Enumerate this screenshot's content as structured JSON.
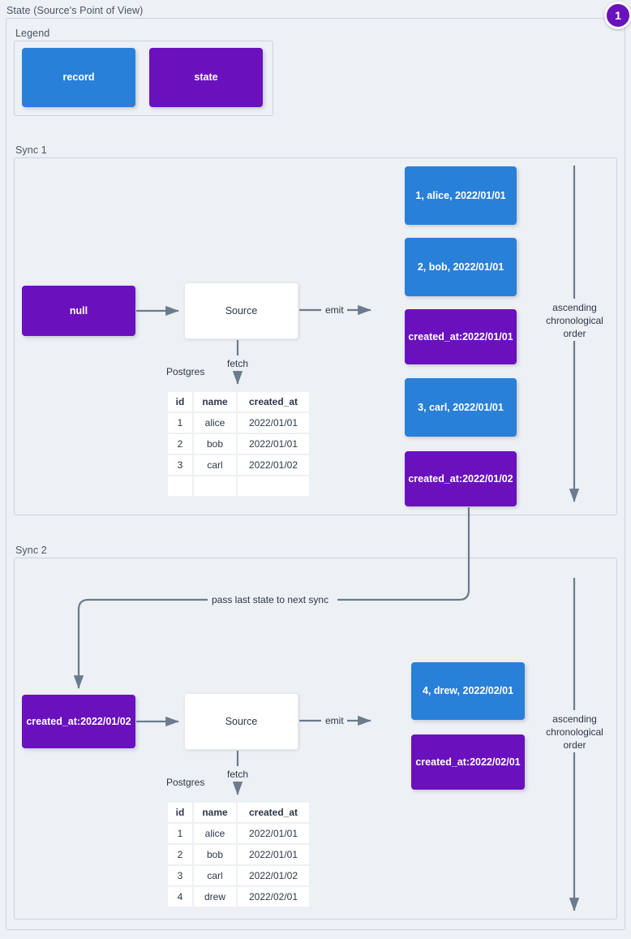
{
  "diagram": {
    "title": "State (Source's Point of View)",
    "badge": "1",
    "accent_record": "#2980d9",
    "accent_state": "#6a11bd",
    "background": "#edf0f4",
    "border": "#ccd4e0",
    "edge": "#6b7b8c"
  },
  "legend": {
    "label": "Legend",
    "items": [
      {
        "label": "record",
        "kind": "record"
      },
      {
        "label": "state",
        "kind": "state"
      }
    ]
  },
  "sync1": {
    "label": "Sync 1",
    "input_state": "null",
    "source": "Source",
    "emit_label": "emit",
    "fetch_label": "fetch",
    "db_label": "Postgres",
    "axis_label": "ascending\nchronological\norder",
    "axis_line1": "ascending",
    "axis_line2": "chronological",
    "axis_line3": "order",
    "table": {
      "columns": [
        "id",
        "name",
        "created_at"
      ],
      "rows": [
        [
          "1",
          "alice",
          "2022/01/01"
        ],
        [
          "2",
          "bob",
          "2022/01/01"
        ],
        [
          "3",
          "carl",
          "2022/01/02"
        ],
        [
          "",
          "",
          ""
        ]
      ]
    },
    "stream": [
      {
        "kind": "record",
        "text": "1, alice, 2022/01/01"
      },
      {
        "kind": "record",
        "text": "2, bob, 2022/01/01"
      },
      {
        "kind": "state",
        "line1": "created_at:",
        "line2": "2022/01/01"
      },
      {
        "kind": "record",
        "text": "3, carl, 2022/01/01"
      },
      {
        "kind": "state",
        "line1": "created_at:",
        "line2": "2022/01/02"
      }
    ]
  },
  "sync2": {
    "label": "Sync 2",
    "pass_state_label": "pass last state to next sync",
    "input_state_line1": "created_at:",
    "input_state_line2": "2022/01/02",
    "source": "Source",
    "emit_label": "emit",
    "fetch_label": "fetch",
    "db_label": "Postgres",
    "axis_line1": "ascending",
    "axis_line2": "chronological",
    "axis_line3": "order",
    "table": {
      "columns": [
        "id",
        "name",
        "created_at"
      ],
      "rows": [
        [
          "1",
          "alice",
          "2022/01/01"
        ],
        [
          "2",
          "bob",
          "2022/01/01"
        ],
        [
          "3",
          "carl",
          "2022/01/02"
        ],
        [
          "4",
          "drew",
          "2022/02/01"
        ]
      ]
    },
    "stream": [
      {
        "kind": "record",
        "text": "4, drew, 2022/02/01"
      },
      {
        "kind": "state",
        "line1": "created_at:",
        "line2": "2022/02/01"
      }
    ]
  }
}
